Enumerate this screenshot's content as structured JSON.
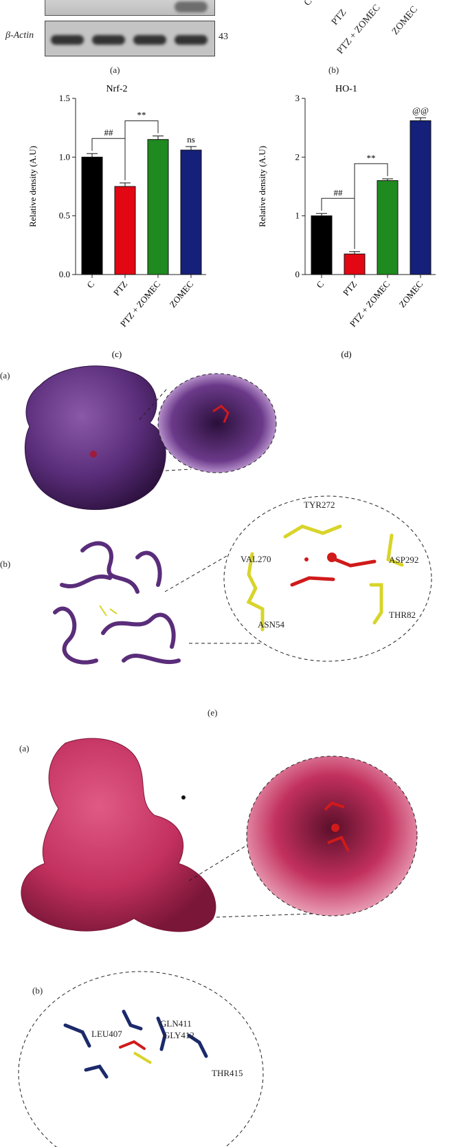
{
  "blot": {
    "beta_actin_label": "β-Actin",
    "beta_actin_kda": "43",
    "panel_a": "(a)",
    "panel_b": "(b)",
    "top_tick_labels": [
      "C",
      "PTZ",
      "PTZ + ZOMEC",
      "ZOMEC"
    ]
  },
  "chart_data": [
    {
      "type": "bar",
      "panel": "(c)",
      "title": "Nrf-2",
      "ylabel": "Relative density (A.U)",
      "categories": [
        "C",
        "PTZ",
        "PTZ + ZOMEC",
        "ZOMEC"
      ],
      "values": [
        1.0,
        0.75,
        1.15,
        1.06
      ],
      "errors": [
        0.03,
        0.03,
        0.03,
        0.03
      ],
      "colors": [
        "#000000",
        "#e30613",
        "#1f8a1f",
        "#15207a"
      ],
      "ylim": [
        0,
        1.5
      ],
      "yticks": [
        "0.0",
        "0.5",
        "1.0",
        "1.5"
      ],
      "annotations": [
        "##",
        "**",
        "ns"
      ]
    },
    {
      "type": "bar",
      "panel": "(d)",
      "title": "HO-1",
      "ylabel": "Relative density (A.U)",
      "categories": [
        "C",
        "PTZ",
        "PTZ + ZOMEC",
        "ZOMEC"
      ],
      "values": [
        1.0,
        0.35,
        1.6,
        2.62
      ],
      "errors": [
        0.04,
        0.04,
        0.03,
        0.05
      ],
      "colors": [
        "#000000",
        "#e30613",
        "#1f8a1f",
        "#15207a"
      ],
      "ylim": [
        0,
        3
      ],
      "yticks": [
        "0",
        "1",
        "2",
        "3"
      ],
      "annotations": [
        "##",
        "**",
        "@@"
      ]
    }
  ],
  "docking_e": {
    "panel_a": "(a)",
    "panel_b": "(b)",
    "caption": "(e)",
    "residues": [
      "TYR272",
      "VAL270",
      "ASP292",
      "ASN54",
      "THR82"
    ]
  },
  "docking_f": {
    "panel_a": "(a)",
    "panel_b": "(b)",
    "residues": [
      "LEU407",
      "GLN411",
      "GLY412",
      "THR415"
    ]
  },
  "colors": {
    "purple_protein": "#5a2d7a",
    "magenta_protein": "#c2305e",
    "ligand": "#d11a1a",
    "residue_yellow": "#d8d42a",
    "residue_blue": "#1c2a6b"
  }
}
